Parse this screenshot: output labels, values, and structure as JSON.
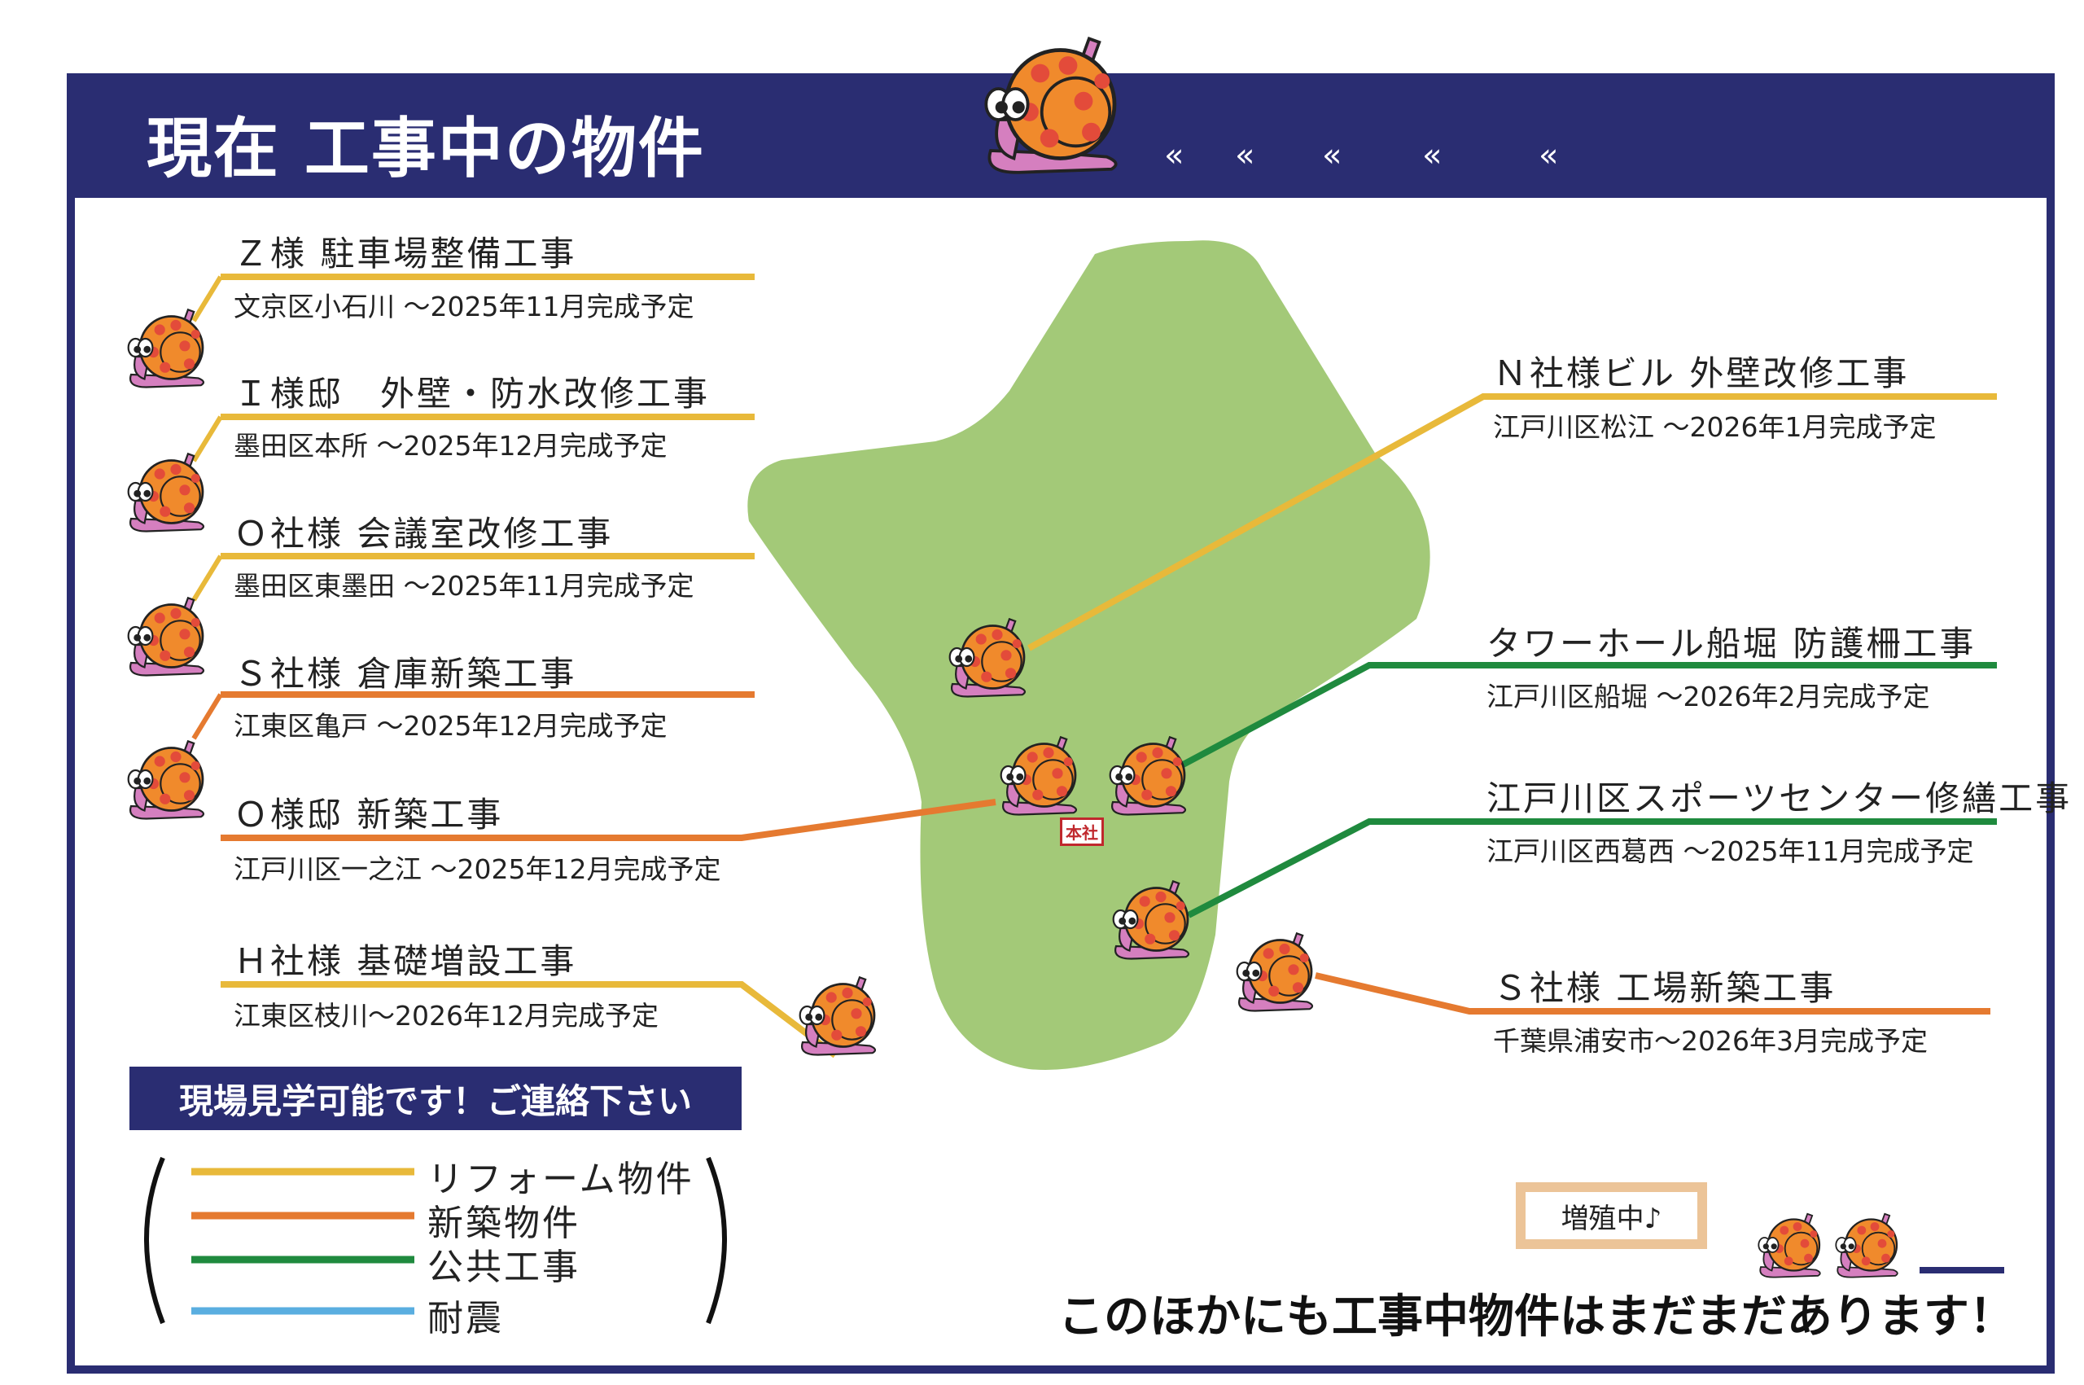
{
  "header": {
    "title": "現在 工事中の物件",
    "chevrons": [
      "«",
      "«",
      "«",
      "«",
      "«"
    ]
  },
  "colors": {
    "navy": "#2a2d72",
    "reform": "#e8b93a",
    "new_build": "#e57a30",
    "public": "#1f8a3e",
    "seismic": "#5aaee0",
    "map": "#a3c978"
  },
  "left_items": [
    {
      "title": "Ｚ様 駐車場整備工事",
      "detail": "文京区小石川 ～2025年11月完成予定",
      "category": "reform"
    },
    {
      "title": "Ｉ様邸　外壁・防水改修工事",
      "detail": "墨田区本所 ～2025年12月完成予定",
      "category": "reform"
    },
    {
      "title": "Ｏ社様 会議室改修工事",
      "detail": "墨田区東墨田 ～2025年11月完成予定",
      "category": "reform"
    },
    {
      "title": "Ｓ社様 倉庫新築工事",
      "detail": "江東区亀戸 ～2025年12月完成予定",
      "category": "new_build"
    },
    {
      "title": "Ｏ様邸 新築工事",
      "detail": "江戸川区一之江 ～2025年12月完成予定",
      "category": "new_build"
    },
    {
      "title": "Ｈ社様 基礎増設工事",
      "detail": "江東区枝川～2026年12月完成予定",
      "category": "reform"
    }
  ],
  "right_items": [
    {
      "title": "Ｎ社様ビル 外壁改修工事",
      "detail": "江戸川区松江 ～2026年1月完成予定",
      "category": "reform"
    },
    {
      "title": "タワーホール船堀 防護柵工事",
      "detail": "江戸川区船堀 ～2026年2月完成予定",
      "category": "public"
    },
    {
      "title": "江戸川区スポーツセンター修繕工事",
      "detail": "江戸川区西葛西 ～2025年11月完成予定",
      "category": "public"
    },
    {
      "title": "Ｓ社様 工場新築工事",
      "detail": "千葉県浦安市～2026年3月完成予定",
      "category": "new_build"
    }
  ],
  "map": {
    "hq_label": "本社"
  },
  "notice": "現場見学可能です！ご連絡下さい",
  "legend": [
    {
      "label": "リフォーム物件",
      "color": "#e8b93a"
    },
    {
      "label": "新築物件",
      "color": "#e57a30"
    },
    {
      "label": "公共工事",
      "color": "#1f8a3e"
    },
    {
      "label": "耐震",
      "color": "#5aaee0"
    }
  ],
  "bubble": "増殖中♪",
  "footer": "このほかにも工事中物件はまだまだあります！"
}
